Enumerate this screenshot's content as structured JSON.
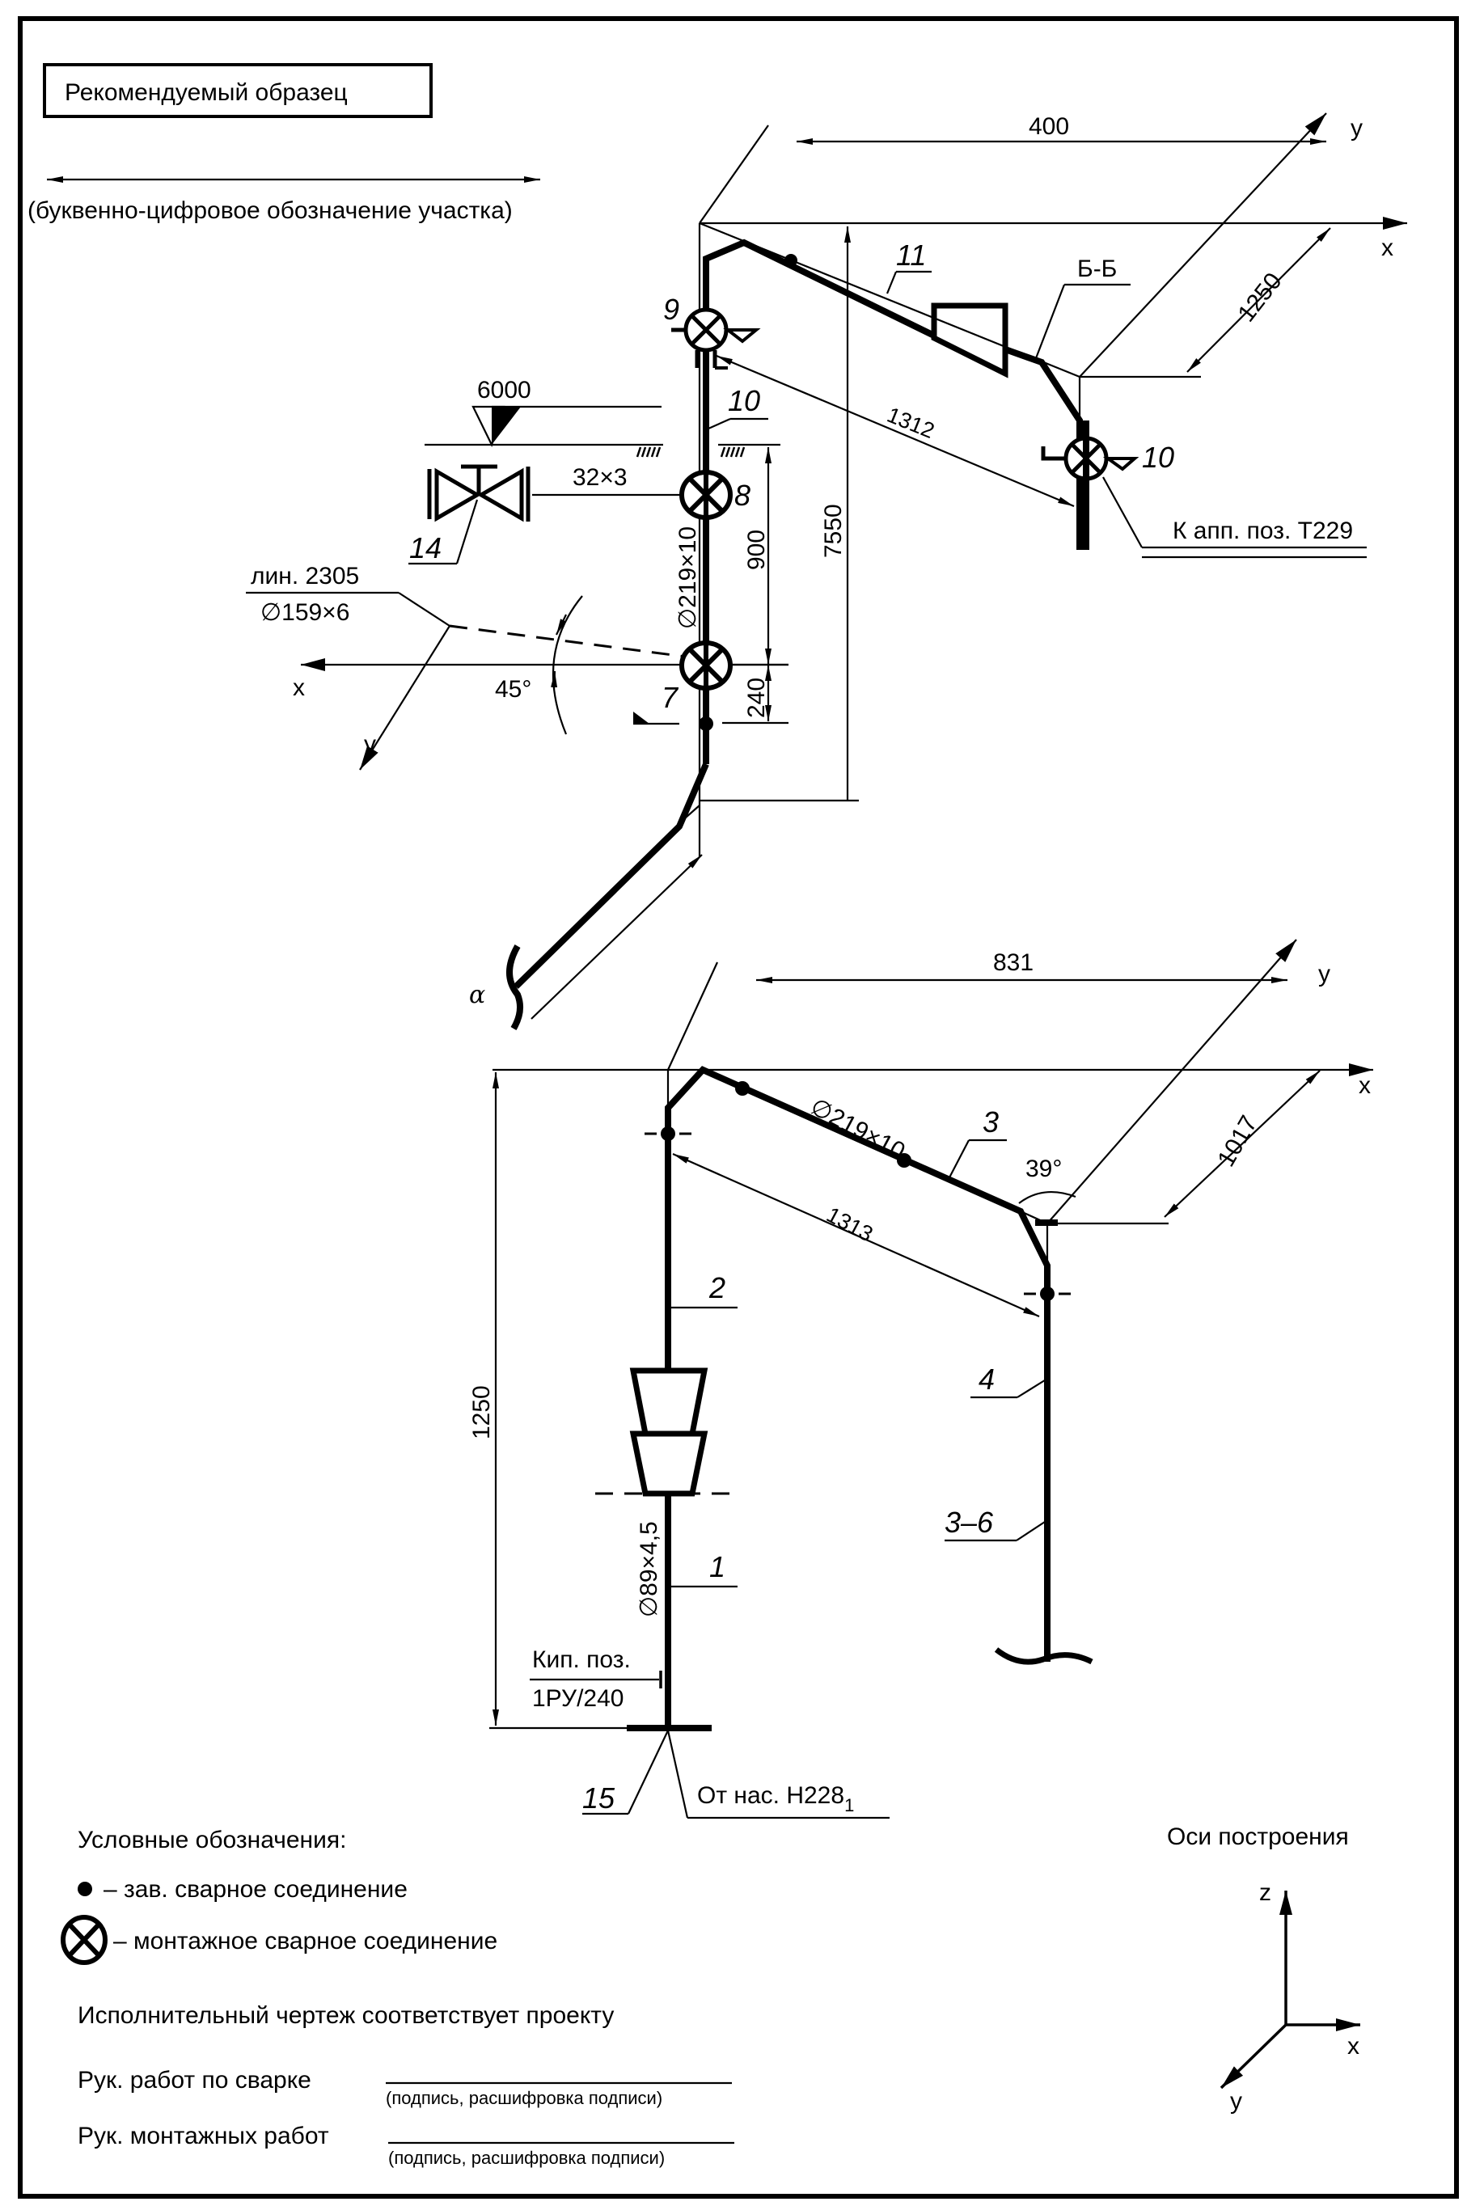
{
  "header": {
    "stamp": "Рекомендуемый образец",
    "section_caption": "(буквенно-цифровое обозначение участка)"
  },
  "upper_view": {
    "dim_x": "400",
    "dim_y": "1250",
    "dim_diag": "1312",
    "dim_height": "7550",
    "dim_900": "900",
    "dim_240": "240",
    "elevation": "6000",
    "axis_x": "x",
    "axis_y": "y",
    "section_label": "Б-Б",
    "pipe_size": "∅219×10",
    "branch_size": "32×3",
    "line_label": "лин. 2305",
    "line_size": "∅159×6",
    "angle": "45°",
    "break_label": "α",
    "to_apparatus": "К апп. поз. Т229",
    "positions": {
      "p7": "7",
      "p8": "8",
      "p9": "9",
      "p10a": "10",
      "p10b": "10",
      "p11": "11",
      "p14": "14"
    }
  },
  "lower_view": {
    "dim_x": "831",
    "dim_y": "1017",
    "dim_diag": "1313",
    "dim_height": "1250",
    "angle": "39°",
    "axis_x": "x",
    "axis_y": "y",
    "pipe_size_top": "∅219×10",
    "pipe_size_bottom": "∅89×4,5",
    "kip_top": "Кип. поз.",
    "kip_bottom": "1РУ/240",
    "from_pump": "От нас. Н228",
    "from_pump_sub": "1",
    "positions": {
      "p1": "1",
      "p2": "2",
      "p3": "3",
      "p4": "4",
      "p3_6": "3–6",
      "p15": "15"
    }
  },
  "legend": {
    "title": "Условные обозначения:",
    "items": [
      {
        "symbol": "filled-dot-icon",
        "label": "– зав. сварное соединение"
      },
      {
        "symbol": "crossed-circle-icon",
        "label": "– монтажное сварное соединение"
      }
    ],
    "conformity": "Исполнительный чертеж соответствует проекту",
    "signatures": [
      {
        "role": "Рук. работ по сварке",
        "hint": "(подпись, расшифровка подписи)"
      },
      {
        "role": "Рук. монтажных работ",
        "hint": "(подпись, расшифровка подписи)"
      }
    ]
  },
  "axes_legend": {
    "title": "Оси построения",
    "z": "z",
    "x": "x",
    "y": "y"
  }
}
